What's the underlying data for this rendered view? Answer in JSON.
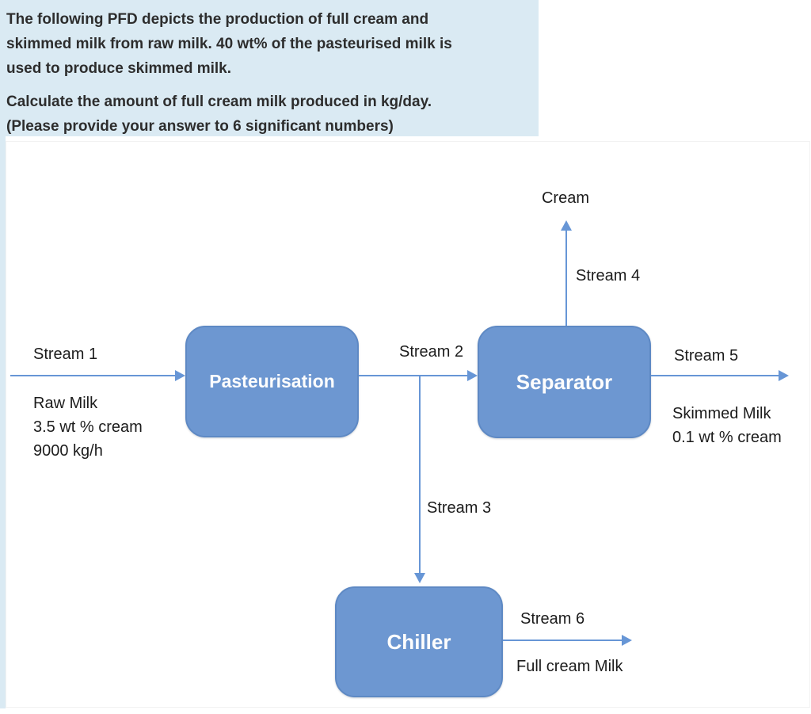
{
  "question": {
    "paragraph1": [
      "The following PFD depicts the production of full cream and",
      "skimmed milk from raw milk. 40 wt% of the pasteurised milk is",
      "used to produce skimmed milk."
    ],
    "paragraph2": [
      "Calculate the amount of full cream milk produced in kg/day.",
      "(Please provide your answer to 6 significant numbers)"
    ]
  },
  "diagram": {
    "units": {
      "pasteuriser_label": "Pasteurisation",
      "separator_label": "Separator",
      "chiller_label": "Chiller"
    },
    "labels": {
      "cream": "Cream",
      "stream1": "Stream 1",
      "stream2": "Stream 2",
      "stream3": "Stream 3",
      "stream4": "Stream 4",
      "stream5": "Stream 5",
      "stream6": "Stream 6",
      "full_cream": "Full cream Milk"
    },
    "stream1_annotation": [
      "Raw Milk",
      "3.5 wt % cream",
      "9000 kg/h"
    ],
    "stream5_annotation": [
      "Skimmed Milk",
      "0.1 wt % cream"
    ]
  },
  "colors": {
    "question-bg": "#daeaf3",
    "question-text": "#2d2d2d",
    "unit-fill": "#6d97d1",
    "unit-border": "#5e89c4",
    "arrow": "#6796d6",
    "text": "#1c1c1c"
  }
}
